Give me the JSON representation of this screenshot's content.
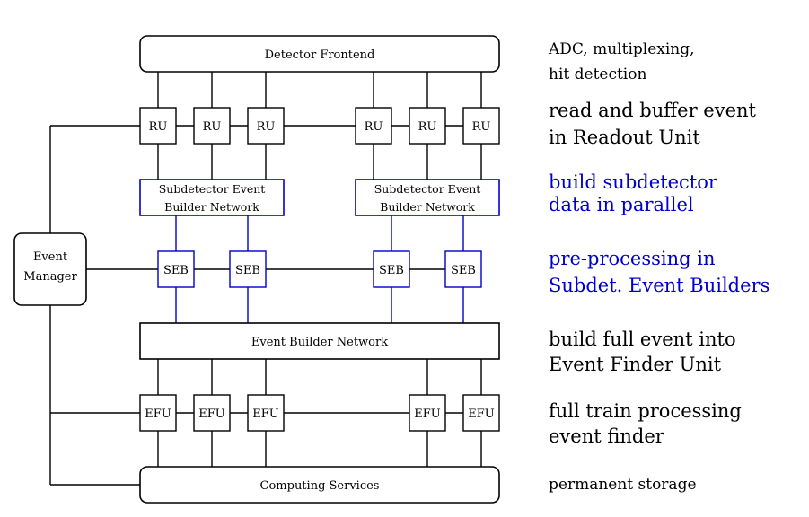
{
  "colors": {
    "black": "#000000",
    "blue": "#0000cc"
  },
  "boxes": {
    "detector_frontend": "Detector Frontend",
    "event_builder_network": "Event Builder Network",
    "computing_services": "Computing Services",
    "event_manager": [
      "Event",
      "Manager"
    ],
    "subdet_network": [
      "Subdetector Event",
      "Builder Network"
    ],
    "ru": "RU",
    "seb": "SEB",
    "efu": "EFU"
  },
  "notes": {
    "frontend": [
      "ADC, multiplexing,",
      "hit detection"
    ],
    "readout": [
      "read and buffer event",
      "in Readout Unit"
    ],
    "subdet": [
      "build subdetector",
      "data in parallel"
    ],
    "preproc": [
      "pre-processing in",
      "Subdet. Event Builders"
    ],
    "fullevent": [
      "build full event into",
      "Event Finder Unit"
    ],
    "train": [
      "full train processing",
      "event finder"
    ],
    "storage": "permanent storage"
  }
}
